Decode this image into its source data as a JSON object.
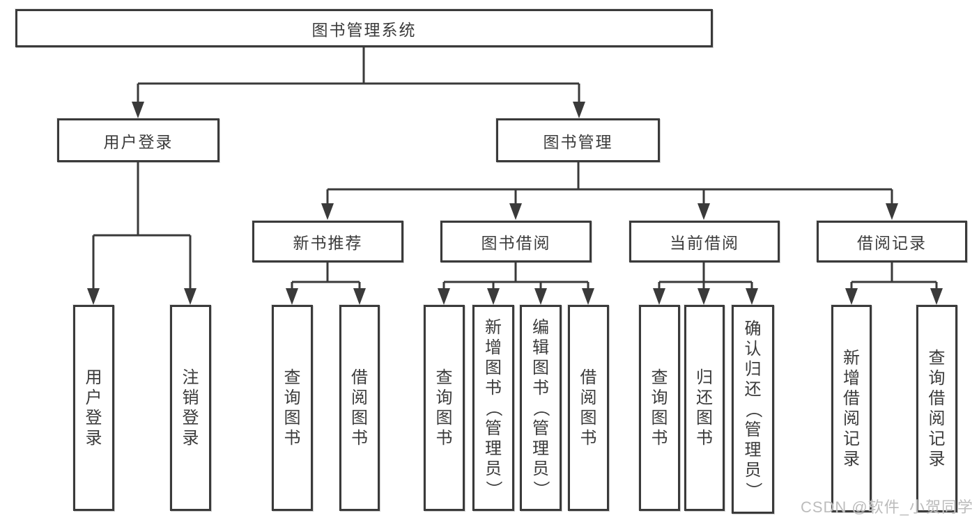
{
  "diagram": {
    "root": {
      "label": "图书管理系统"
    },
    "level2": [
      {
        "label": "用户登录",
        "children": [
          {
            "label": "用户登录"
          },
          {
            "label": "注销登录"
          }
        ]
      },
      {
        "label": "图书管理",
        "children": [
          {
            "label": "新书推荐",
            "children": [
              {
                "label": "查询图书"
              },
              {
                "label": "借阅图书"
              }
            ]
          },
          {
            "label": "图书借阅",
            "children": [
              {
                "label": "查询图书"
              },
              {
                "label": "新增图书（管理员）"
              },
              {
                "label": "编辑图书（管理员）"
              },
              {
                "label": "借阅图书"
              }
            ]
          },
          {
            "label": "当前借阅",
            "children": [
              {
                "label": "查询图书"
              },
              {
                "label": "归还图书"
              },
              {
                "label": "确认归还（管理员）"
              }
            ]
          },
          {
            "label": "借阅记录",
            "children": [
              {
                "label": "新增借阅记录"
              },
              {
                "label": "查询借阅记录"
              }
            ]
          }
        ]
      }
    ]
  },
  "watermark": "CSDN @软件_小贺同学",
  "colors": {
    "line": "#3a3a3a",
    "text": "#3b3b3b",
    "watermark": "#bcbcbc",
    "background": "#ffffff"
  }
}
